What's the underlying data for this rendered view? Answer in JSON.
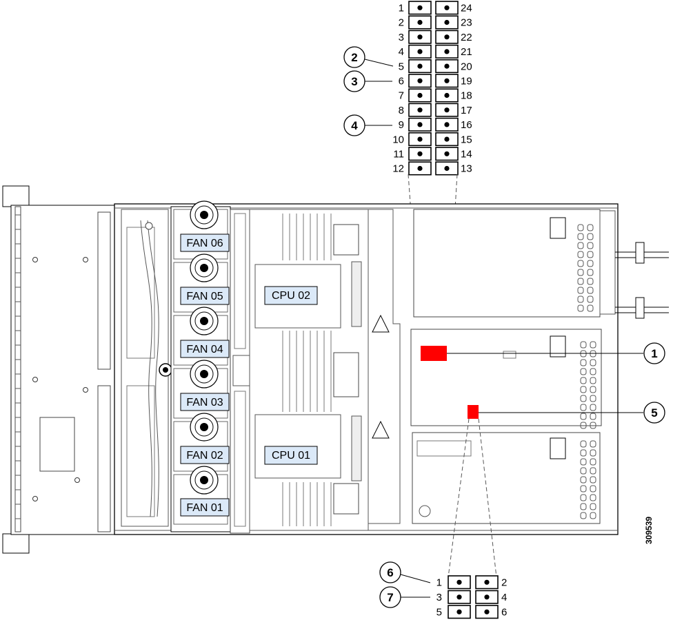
{
  "top_header": {
    "left_pins": [
      "1",
      "2",
      "3",
      "4",
      "5",
      "6",
      "7",
      "8",
      "9",
      "10",
      "11",
      "12"
    ],
    "right_pins": [
      "24",
      "23",
      "22",
      "21",
      "20",
      "19",
      "18",
      "17",
      "16",
      "15",
      "14",
      "13"
    ]
  },
  "bottom_header": {
    "left_pins": [
      "1",
      "3",
      "5"
    ],
    "right_pins": [
      "2",
      "4",
      "6"
    ]
  },
  "callouts": {
    "c1": "1",
    "c2": "2",
    "c3": "3",
    "c4": "4",
    "c5": "5",
    "c6": "6",
    "c7": "7"
  },
  "fans": [
    "FAN 06",
    "FAN 05",
    "FAN 04",
    "FAN 03",
    "FAN 02",
    "FAN 01"
  ],
  "cpus": {
    "cpu2": "CPU 02",
    "cpu1": "CPU 01"
  },
  "figure_number": "309539",
  "colors": {
    "highlight": "#ff0000",
    "label_fill": "#dbe9f8"
  }
}
